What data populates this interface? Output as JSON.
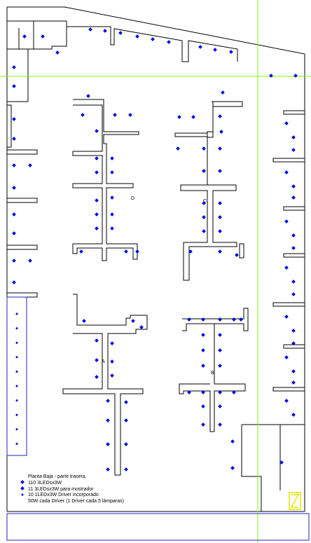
{
  "colors": {
    "lamp": "#0000ee",
    "guide": "#7fff00",
    "frame": "#2222cc",
    "wall": "#000000",
    "fixture": "#e6e600"
  },
  "zones": [
    "D",
    "C",
    "A",
    "B"
  ],
  "legend": {
    "title": "Planta Baja - parte trasera.",
    "items": [
      "110 3LEDsx3W",
      "11 3LEDsx3W para mostrador",
      "10 1LEDx3W Driver incorporado"
    ],
    "note": "50W cada Driver (1 Driver cada 5 lámparas)"
  }
}
